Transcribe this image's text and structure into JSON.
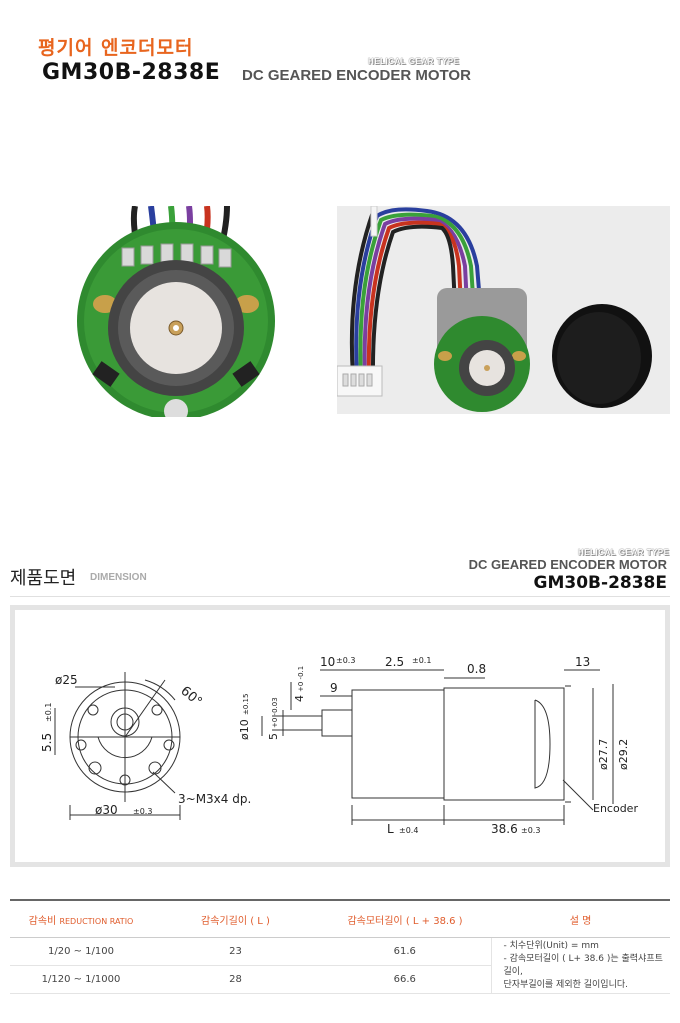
{
  "header": {
    "title_kr": "평기어 엔코더모터",
    "model": "GM30B-2838E",
    "type_label": "HELICAL GEAR TYPE",
    "title_en": "DC GEARED ENCODER MOTOR"
  },
  "section": {
    "title": "제품도면",
    "subtitle": "DIMENSION",
    "type_label": "HELICAL GEAR TYPE",
    "title_en": "DC GEARED ENCODER MOTOR",
    "model": "GM30B-2838E"
  },
  "drawing": {
    "front": {
      "d25": "ø25",
      "angle": "60°",
      "h55": "5.5",
      "h55_tol": "±0.1",
      "d30": "ø30",
      "d30_tol": "±0.3",
      "screws": "3~M3x4 dp."
    },
    "side": {
      "l10": "10",
      "l10_tol": "±0.3",
      "l25": "2.5",
      "l25_tol": "±0.1",
      "l08": "0.8",
      "l13": "13",
      "l9": "9",
      "l4": "4",
      "l4_tol": "+0 -0.1",
      "d10": "ø10",
      "d10_tol": "±0.15",
      "d5": "5",
      "d5_tol": "+0 -0.03",
      "d277": "ø27.7",
      "d292": "ø29.2",
      "encoder": "Encoder",
      "L": "L",
      "L_tol": "±0.4",
      "l386": "38.6",
      "l386_tol": "±0.3"
    }
  },
  "table": {
    "headers": [
      {
        "main": "감속비",
        "sub": "REDUCTION RATIO"
      },
      {
        "main": "감속기길이 ( L )",
        "sub": ""
      },
      {
        "main": "감속모터길이 ( L + 38.6 )",
        "sub": ""
      },
      {
        "main": "설 명",
        "sub": ""
      }
    ],
    "rows": [
      {
        "ratio": "1/20 ~ 1/100",
        "gear_len": "23",
        "motor_len": "61.6"
      },
      {
        "ratio": "1/120 ~ 1/1000",
        "gear_len": "28",
        "motor_len": "66.6"
      }
    ],
    "notes": [
      "- 치수단위(Unit) = mm",
      "- 감속모터길이 ( L+ 38.6 )는 출력샤프트길이,",
      "단자부길이를 제외한 길이입니다."
    ]
  },
  "colors": {
    "accent": "#e8651e",
    "pcb_green": "#2f8a2f"
  }
}
